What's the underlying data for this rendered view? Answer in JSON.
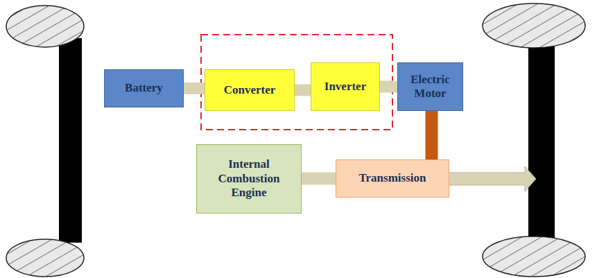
{
  "diagram": {
    "nodes": [
      {
        "text": [
          "Battery"
        ]
      },
      {
        "text": [
          "Converter"
        ]
      },
      {
        "text": [
          "Inverter"
        ]
      },
      {
        "text": [
          "Electric Motor"
        ]
      },
      {
        "text": [
          "Internal Combustion Engine"
        ]
      },
      {
        "text": [
          "Transmission"
        ]
      }
    ],
    "edges": [
      {
        "from": 0,
        "to": 1,
        "arrow": "none"
      },
      {
        "from": 1,
        "to": 2,
        "arrow": "none"
      },
      {
        "from": 2,
        "to": 3,
        "arrow": "none"
      },
      {
        "from": 3,
        "to": 5,
        "arrow": "none"
      },
      {
        "from": 4,
        "to": 5,
        "arrow": "none"
      }
    ]
  }
}
